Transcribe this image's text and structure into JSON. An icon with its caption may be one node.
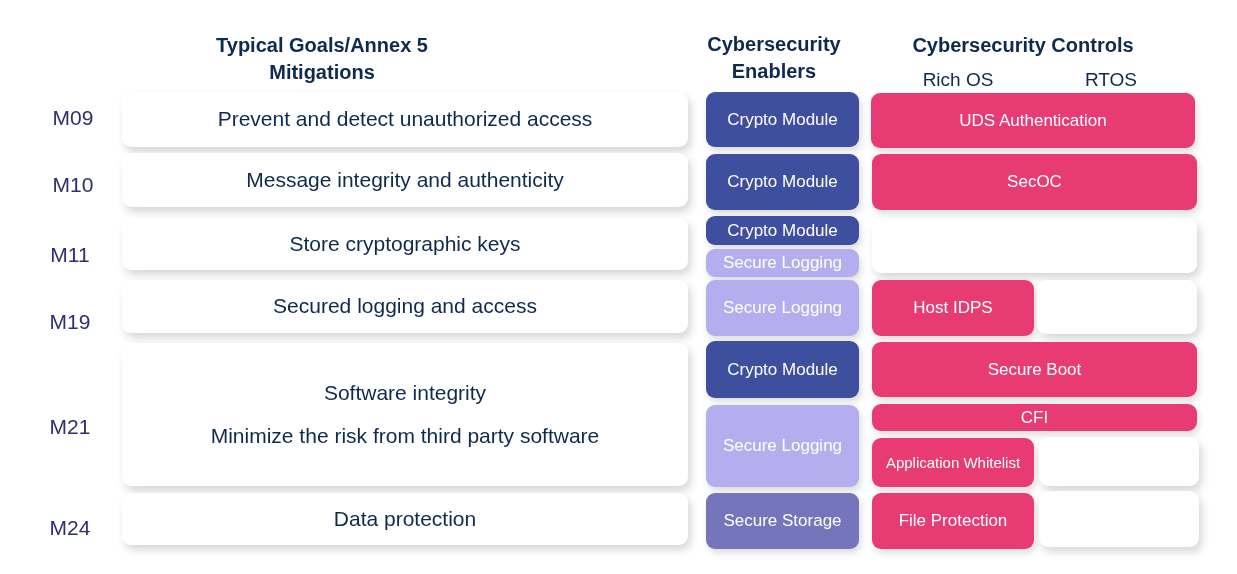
{
  "diagram": {
    "nodes": [
      {
        "text": [
          "Prevent and detect unauthorized access"
        ],
        "beside": [
          "M09"
        ]
      },
      {
        "text": [
          "Crypto Module"
        ]
      },
      {
        "text": [
          "UDS Authentication"
        ]
      },
      {
        "text": [
          "Message integrity and authenticity"
        ],
        "beside": [
          "M10"
        ]
      },
      {
        "text": [
          "Crypto Module"
        ]
      },
      {
        "text": [
          "SecOC"
        ]
      },
      {
        "text": [
          "Store cryptographic keys"
        ],
        "beside": [
          "M11"
        ]
      },
      {
        "text": [
          "Crypto Module"
        ]
      },
      {
        "text": [],
        "shape": "box"
      },
      {
        "text": [
          "Secure Logging"
        ]
      },
      {
        "text": [
          "Secured logging and access"
        ],
        "beside": [
          "M19"
        ]
      },
      {
        "text": [
          "Secure Logging"
        ]
      },
      {
        "text": [
          "Host IDPS"
        ]
      },
      {
        "text": [],
        "shape": "box"
      },
      {
        "text": [
          "Software integrity",
          "Minimize the risk from third party software"
        ],
        "beside": [
          "M21"
        ]
      },
      {
        "text": [
          "Crypto Module"
        ]
      },
      {
        "text": [
          "Secure Boot"
        ]
      },
      {
        "text": [
          "Secure Logging"
        ]
      },
      {
        "text": [
          "CFI"
        ]
      },
      {
        "text": [
          "Application Whitelist"
        ]
      },
      {
        "text": [],
        "shape": "box"
      },
      {
        "text": [
          "Data protection"
        ],
        "beside": [
          "M24"
        ]
      },
      {
        "text": [
          "Secure Storage"
        ]
      },
      {
        "text": [
          "File Protection"
        ]
      },
      {
        "text": [],
        "shape": "box"
      }
    ],
    "labels": [
      "Typical Goals/Annex 5 Mitigations",
      "Cybersecurity Enablers",
      "Cybersecurity Controls",
      "Rich OS",
      "RTOS"
    ]
  }
}
